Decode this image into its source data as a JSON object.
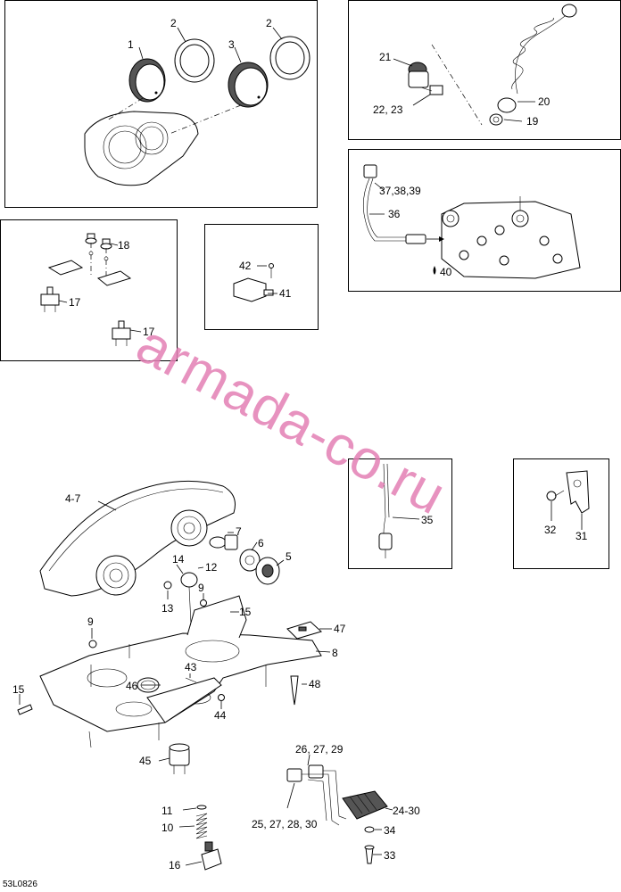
{
  "diagram_code": "53L0826",
  "watermark": "armada-co.ru",
  "callouts": {
    "c1": "1",
    "c2a": "2",
    "c2b": "2",
    "c3": "3",
    "c21": "21",
    "c2223": "22, 23",
    "c20": "20",
    "c19": "19",
    "c373839": "37,38,39",
    "c36": "36",
    "c40": "40",
    "c18": "18",
    "c17a": "17",
    "c17b": "17",
    "c42": "42",
    "c41": "41",
    "c35": "35",
    "c32": "32",
    "c31": "31",
    "c47": "4-7",
    "c7": "7",
    "c6": "6",
    "c5": "5",
    "c14": "14",
    "c12": "12",
    "c13": "13",
    "c9a": "9",
    "c15a": "15",
    "c9b": "9",
    "c47b": "47",
    "c8": "8",
    "c43": "43",
    "c46": "46",
    "c48": "48",
    "c15b": "15",
    "c44": "44",
    "c45": "45",
    "c11": "11",
    "c10": "10",
    "c16": "16",
    "c262729": "26, 27, 29",
    "c25272830": "25, 27, 28, 30",
    "c2430": "24-30",
    "c34": "34",
    "c33": "33"
  }
}
